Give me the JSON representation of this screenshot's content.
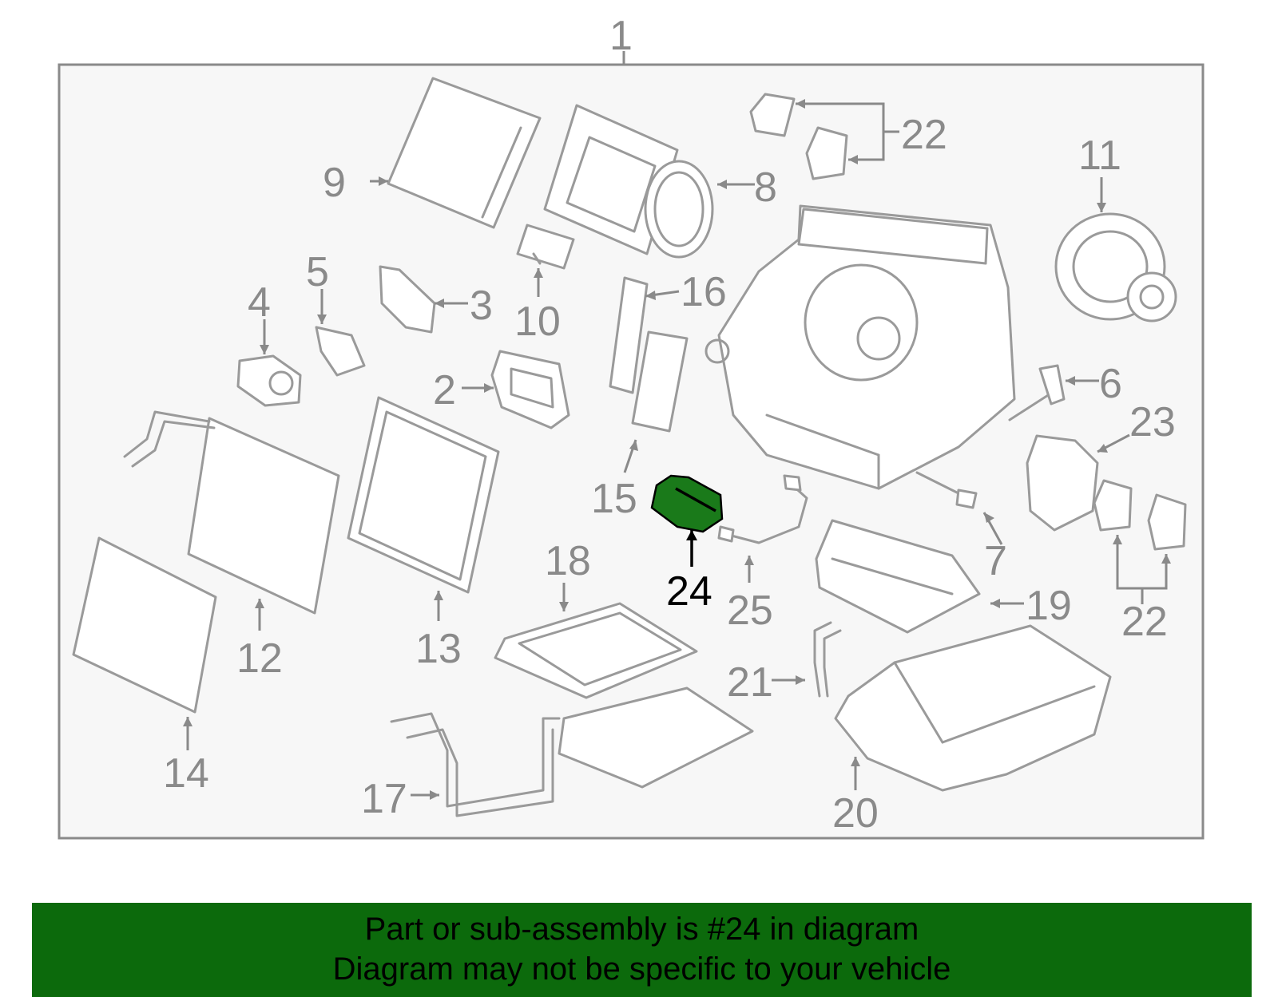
{
  "callouts": {
    "c1": "1",
    "c2": "2",
    "c3": "3",
    "c4": "4",
    "c5": "5",
    "c6": "6",
    "c7": "7",
    "c8": "8",
    "c9": "9",
    "c10": "10",
    "c11": "11",
    "c12": "12",
    "c13": "13",
    "c14": "14",
    "c15": "15",
    "c16": "16",
    "c17": "17",
    "c18": "18",
    "c19": "19",
    "c20": "20",
    "c21": "21",
    "c22a": "22",
    "c22b": "22",
    "c23": "23",
    "c24": "24",
    "c25": "25"
  },
  "highlight": {
    "part": "24",
    "color": "#1a7a1a"
  },
  "banner": {
    "line1": "Part or sub-assembly is #24 in diagram",
    "line2": "Diagram may not be specific to your vehicle",
    "background": "#0c6a0c"
  }
}
